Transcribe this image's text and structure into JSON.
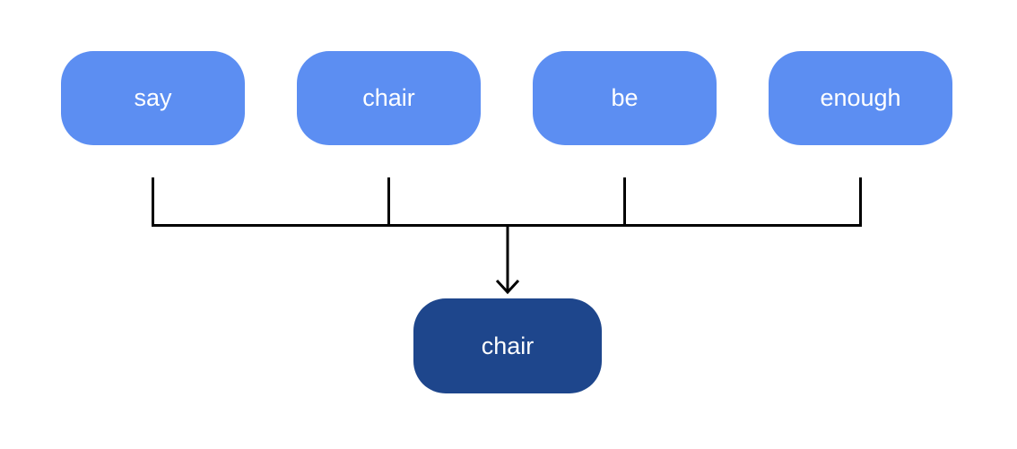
{
  "diagram": {
    "type": "word-mapping",
    "word_options": [
      {
        "label": "say"
      },
      {
        "label": "chair"
      },
      {
        "label": "be"
      },
      {
        "label": "enough"
      }
    ],
    "result": {
      "label": "chair"
    },
    "colors": {
      "background": "#ffffff",
      "option_fill": "#5C8EF2",
      "result_fill": "#1E468C",
      "label_text": "#ffffff",
      "connector": "#000000"
    }
  }
}
